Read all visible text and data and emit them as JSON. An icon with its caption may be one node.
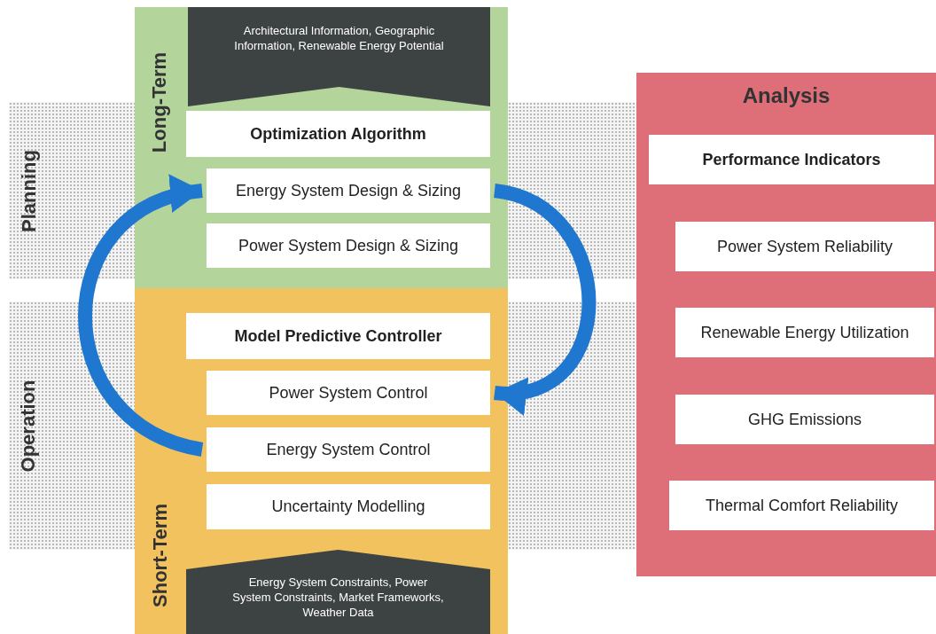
{
  "diagram": {
    "nodes": [
      {
        "text": [
          "Planning"
        ]
      },
      {
        "text": [
          "Operation"
        ]
      },
      {
        "text": [
          "Long-Term"
        ]
      },
      {
        "text": [
          "Short-Term"
        ]
      },
      {
        "text": [
          "Architectural Information, Geographic Information, Renewable Energy Potential"
        ],
        "in": 2
      },
      {
        "text": [
          "Optimization Algorithm"
        ],
        "in": 2
      },
      {
        "text": [
          "Energy System Design & Sizing"
        ],
        "in": 2
      },
      {
        "text": [
          "Power System Design & Sizing"
        ],
        "in": 2
      },
      {
        "text": [
          "Model Predictive Controller"
        ],
        "in": 3
      },
      {
        "text": [
          "Power System Control"
        ],
        "in": 3
      },
      {
        "text": [
          "Energy System Control"
        ],
        "in": 3
      },
      {
        "text": [
          "Uncertainty Modelling"
        ],
        "in": 3
      },
      {
        "text": [
          "Energy System Constraints, Power System Constraints, Market Frameworks, Weather Data"
        ],
        "in": 3
      },
      {
        "text": [
          "Analysis"
        ]
      },
      {
        "text": [
          "Performance Indicators"
        ],
        "in": 13
      },
      {
        "text": [
          "Power System Reliability"
        ],
        "in": 13
      },
      {
        "text": [
          "Renewable Energy Utilization"
        ],
        "in": 13
      },
      {
        "text": [
          "GHG Emissions"
        ],
        "in": 13
      },
      {
        "text": [
          "Thermal Comfort Reliability"
        ],
        "in": 13
      }
    ],
    "edges": [
      {
        "from": 6,
        "to": 9,
        "arrow": "to"
      },
      {
        "from": 10,
        "to": 6,
        "arrow": "to"
      }
    ]
  }
}
